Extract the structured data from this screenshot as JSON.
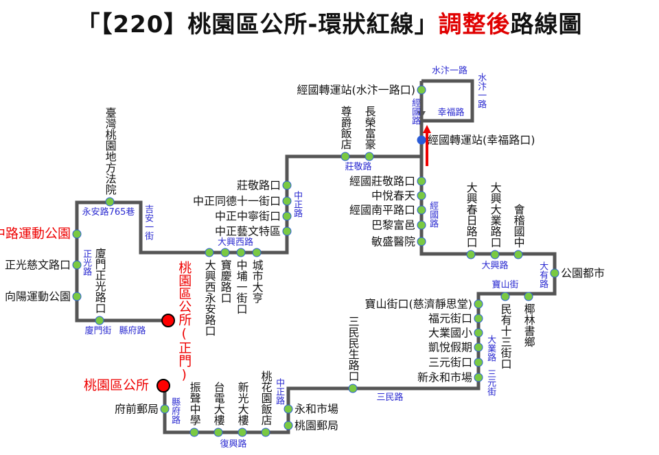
{
  "title": {
    "part1": "「【220】桃園區公所-環狀紅線」",
    "part2": "調整後",
    "part3": "路線圖"
  },
  "colors": {
    "route": "#555555",
    "stop_fill": "#7ac943",
    "stop_border": "#2a5bd7",
    "terminal": "#ff0000",
    "road_label": "#2a2ad0",
    "highlight": "#e00000"
  },
  "terminals": [
    "桃園區公所(正門)",
    "桃園區公所"
  ],
  "hub": "經國轉運站(幸福路口)",
  "stops": [
    "臺灣桃園地方法院",
    "中路運動公園",
    "正光慈文路口",
    "向陽運動公園",
    "廈門正光路口",
    "大興西永安路口",
    "寶慶路口",
    "中埔一街口",
    "城市大亨",
    "中正藝文特區",
    "中正中寧街口",
    "中正同德十一街口",
    "莊敬路口",
    "長榮富豪",
    "尊爵飯店",
    "經國轉運站(水汴一路口)",
    "經國莊敬路口",
    "中悅春天",
    "經國南平路口",
    "巴黎富邑",
    "敏盛醫院",
    "大興春日路口",
    "大興大業路口",
    "會稽國中",
    "公園都市",
    "椰林書鄉",
    "民有十三街口",
    "寶山街口(慈濟靜思堂)",
    "福元街口",
    "大業國小",
    "凱悅假期",
    "三元街口",
    "新永和市場",
    "三民民生路口",
    "永和市場",
    "桃園郵局",
    "桃花園飯店",
    "新光大樓",
    "台電大樓",
    "振聲中學",
    "府前郵局"
  ],
  "roads": [
    "永安路765巷",
    "吉安一街",
    "正光路",
    "廈門街",
    "縣府路",
    "大興西路",
    "中正路",
    "莊敬路",
    "經國路",
    "水汴一路",
    "水汴一路",
    "幸福路",
    "經國路",
    "大興路",
    "大有路",
    "寶山街",
    "大業路",
    "三元街",
    "三民路",
    "中正路",
    "復興路",
    "縣府路"
  ]
}
